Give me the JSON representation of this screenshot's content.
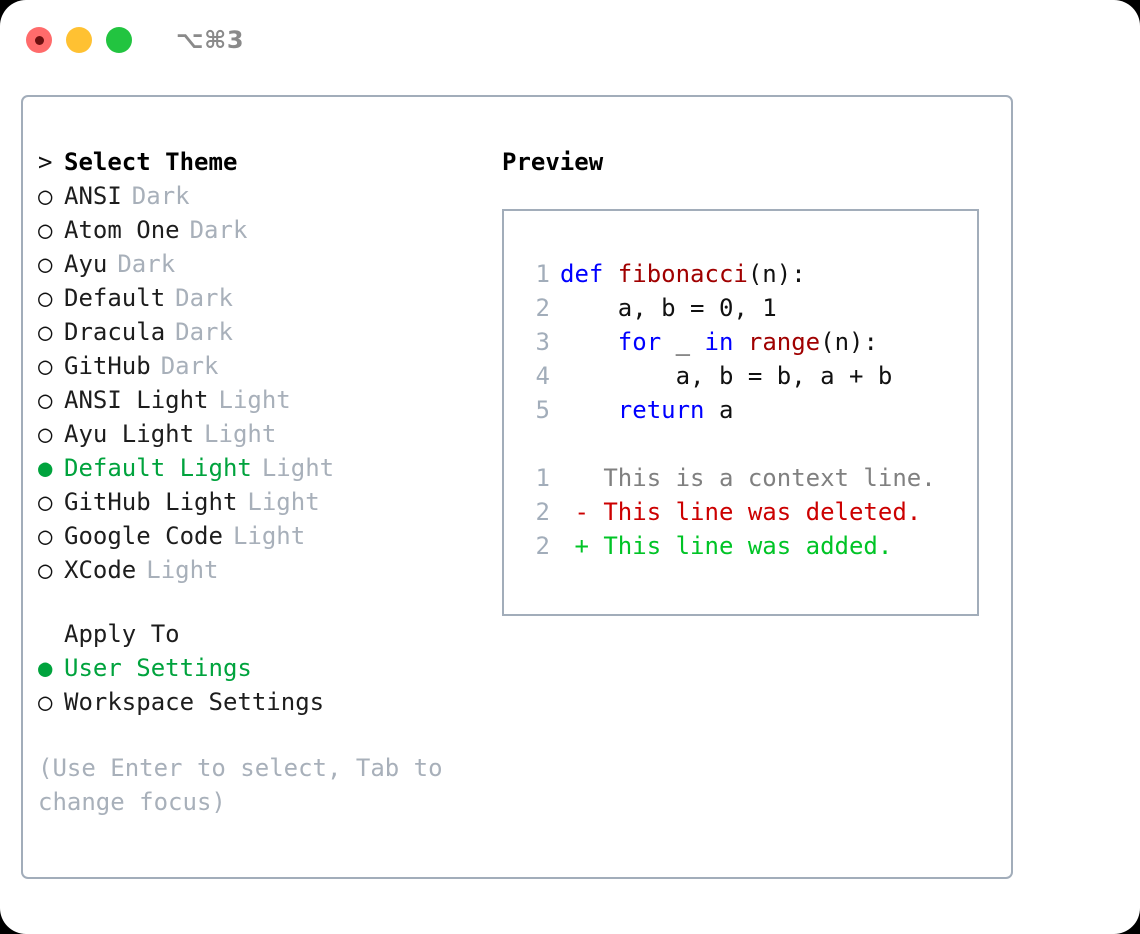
{
  "titlebar": {
    "shortcut": "⌥⌘3",
    "buttons": [
      {
        "name": "close",
        "color": "#ff6b6b"
      },
      {
        "name": "minimize",
        "color": "#ffc132"
      },
      {
        "name": "maximize",
        "color": "#22c440"
      }
    ]
  },
  "colors": {
    "selected_green": "#00a33d",
    "muted_grey": "#a8b0ba",
    "border": "#a2adba",
    "keyword_blue": "#0000ff",
    "function_red": "#a00000",
    "diff_deleted": "#cc0000",
    "diff_added": "#00c426"
  },
  "theme_list": {
    "title": "Select Theme",
    "title_marker": ">",
    "marker_unselected": "○",
    "marker_selected": "●",
    "items": [
      {
        "name": "ANSI",
        "variant": "Dark",
        "selected": false
      },
      {
        "name": "Atom One",
        "variant": "Dark",
        "selected": false
      },
      {
        "name": "Ayu",
        "variant": "Dark",
        "selected": false
      },
      {
        "name": "Default",
        "variant": "Dark",
        "selected": false
      },
      {
        "name": "Dracula",
        "variant": "Dark",
        "selected": false
      },
      {
        "name": "GitHub",
        "variant": "Dark",
        "selected": false
      },
      {
        "name": "ANSI Light",
        "variant": "Light",
        "selected": false
      },
      {
        "name": "Ayu Light",
        "variant": "Light",
        "selected": false
      },
      {
        "name": "Default Light",
        "variant": "Light",
        "selected": true
      },
      {
        "name": "GitHub Light",
        "variant": "Light",
        "selected": false
      },
      {
        "name": "Google Code",
        "variant": "Light",
        "selected": false
      },
      {
        "name": "XCode",
        "variant": "Light",
        "selected": false
      }
    ]
  },
  "apply_to": {
    "label": "Apply To",
    "options": [
      {
        "name": "User Settings",
        "selected": true
      },
      {
        "name": "Workspace Settings",
        "selected": false
      }
    ]
  },
  "help_text": "(Use Enter to select, Tab to change focus)",
  "preview": {
    "title": "Preview",
    "code_lines": [
      {
        "no": "1",
        "tokens": [
          {
            "t": "def ",
            "c": "kw"
          },
          {
            "t": "fibonacci",
            "c": "fn"
          },
          {
            "t": "(n):",
            "c": "plain"
          }
        ]
      },
      {
        "no": "2",
        "tokens": [
          {
            "t": "    a, b = 0, 1",
            "c": "plain"
          }
        ]
      },
      {
        "no": "3",
        "tokens": [
          {
            "t": "    ",
            "c": "plain"
          },
          {
            "t": "for",
            "c": "kw"
          },
          {
            "t": " _ ",
            "c": "plain"
          },
          {
            "t": "in",
            "c": "kw"
          },
          {
            "t": " ",
            "c": "plain"
          },
          {
            "t": "range",
            "c": "fn"
          },
          {
            "t": "(n):",
            "c": "plain"
          }
        ]
      },
      {
        "no": "4",
        "tokens": [
          {
            "t": "        a, b = b, a + b",
            "c": "plain"
          }
        ]
      },
      {
        "no": "5",
        "tokens": [
          {
            "t": "    ",
            "c": "plain"
          },
          {
            "t": "return",
            "c": "kw"
          },
          {
            "t": " a",
            "c": "plain"
          }
        ]
      }
    ],
    "diff_lines": [
      {
        "no": "1",
        "prefix": "  ",
        "text": "This is a context line.",
        "kind": "ctx"
      },
      {
        "no": "2",
        "prefix": "- ",
        "text": "This line was deleted.",
        "kind": "del"
      },
      {
        "no": "2",
        "prefix": "+ ",
        "text": "This line was added.",
        "kind": "add"
      }
    ]
  }
}
